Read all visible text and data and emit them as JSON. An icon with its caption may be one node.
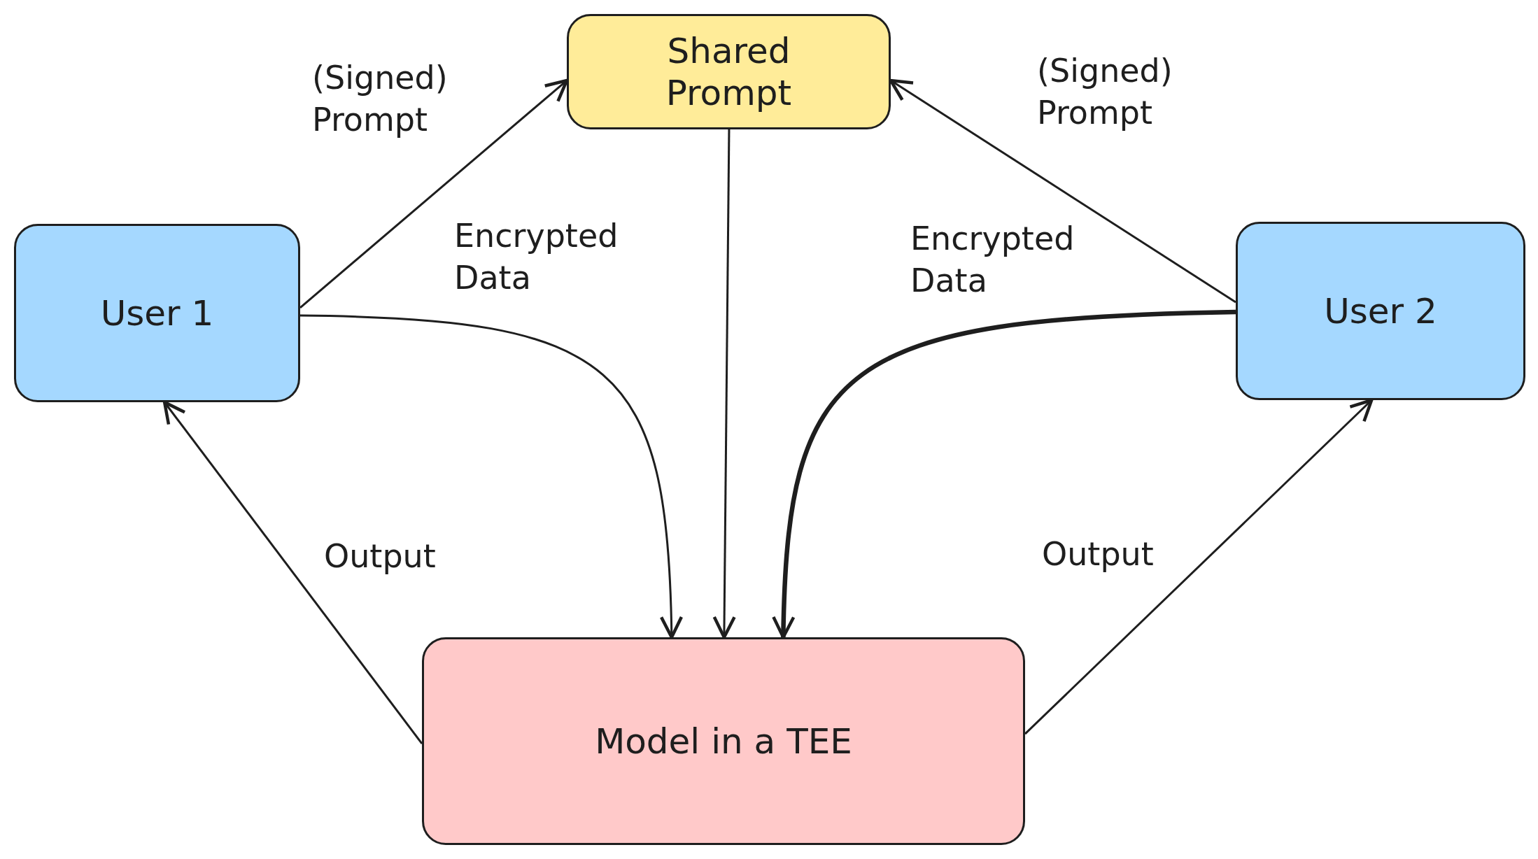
{
  "diagram": {
    "nodes": [
      {
        "text": [
          "Shared Prompt"
        ]
      },
      {
        "text": [
          "User 1"
        ]
      },
      {
        "text": [
          "User 2"
        ]
      },
      {
        "text": [
          "Model in a TEE"
        ]
      }
    ],
    "edges": [
      {
        "from": 1,
        "to": 0,
        "arrow": "to",
        "label": "(Signed) Prompt"
      },
      {
        "from": 2,
        "to": 0,
        "arrow": "to",
        "label": "(Signed) Prompt"
      },
      {
        "from": 1,
        "to": 3,
        "arrow": "to",
        "label": "Encrypted Data"
      },
      {
        "from": 2,
        "to": 3,
        "arrow": "to",
        "label": "Encrypted Data",
        "style": "thick"
      },
      {
        "from": 0,
        "to": 3,
        "arrow": "to"
      },
      {
        "from": 3,
        "to": 1,
        "arrow": "to",
        "label": "Output"
      },
      {
        "from": 3,
        "to": 2,
        "arrow": "to",
        "label": "Output"
      }
    ]
  }
}
